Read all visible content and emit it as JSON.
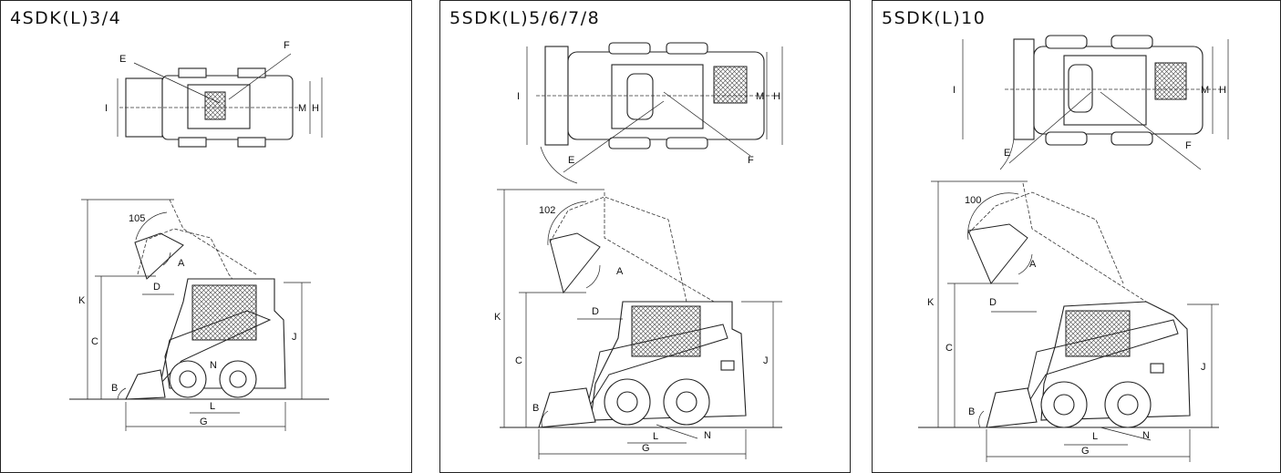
{
  "panels": [
    {
      "title": "4SDK(L)3/4",
      "angle": "105",
      "labels": {
        "A": "A",
        "B": "B",
        "C": "C",
        "D": "D",
        "E": "E",
        "F": "F",
        "G": "G",
        "H": "H",
        "I": "I",
        "J": "J",
        "K": "K",
        "L": "L",
        "M": "M",
        "N": "N"
      }
    },
    {
      "title": "5SDK(L)5/6/7/8",
      "angle": "102",
      "labels": {
        "A": "A",
        "B": "B",
        "C": "C",
        "D": "D",
        "E": "E",
        "F": "F",
        "G": "G",
        "H": "H",
        "I": "I",
        "J": "J",
        "K": "K",
        "L": "L",
        "M": "M",
        "N": "N"
      }
    },
    {
      "title": "5SDK(L)10",
      "angle": "100",
      "labels": {
        "A": "A",
        "B": "B",
        "C": "C",
        "D": "D",
        "E": "E",
        "F": "F",
        "G": "G",
        "H": "H",
        "I": "I",
        "J": "J",
        "K": "K",
        "L": "L",
        "M": "M",
        "N": "N"
      }
    }
  ]
}
